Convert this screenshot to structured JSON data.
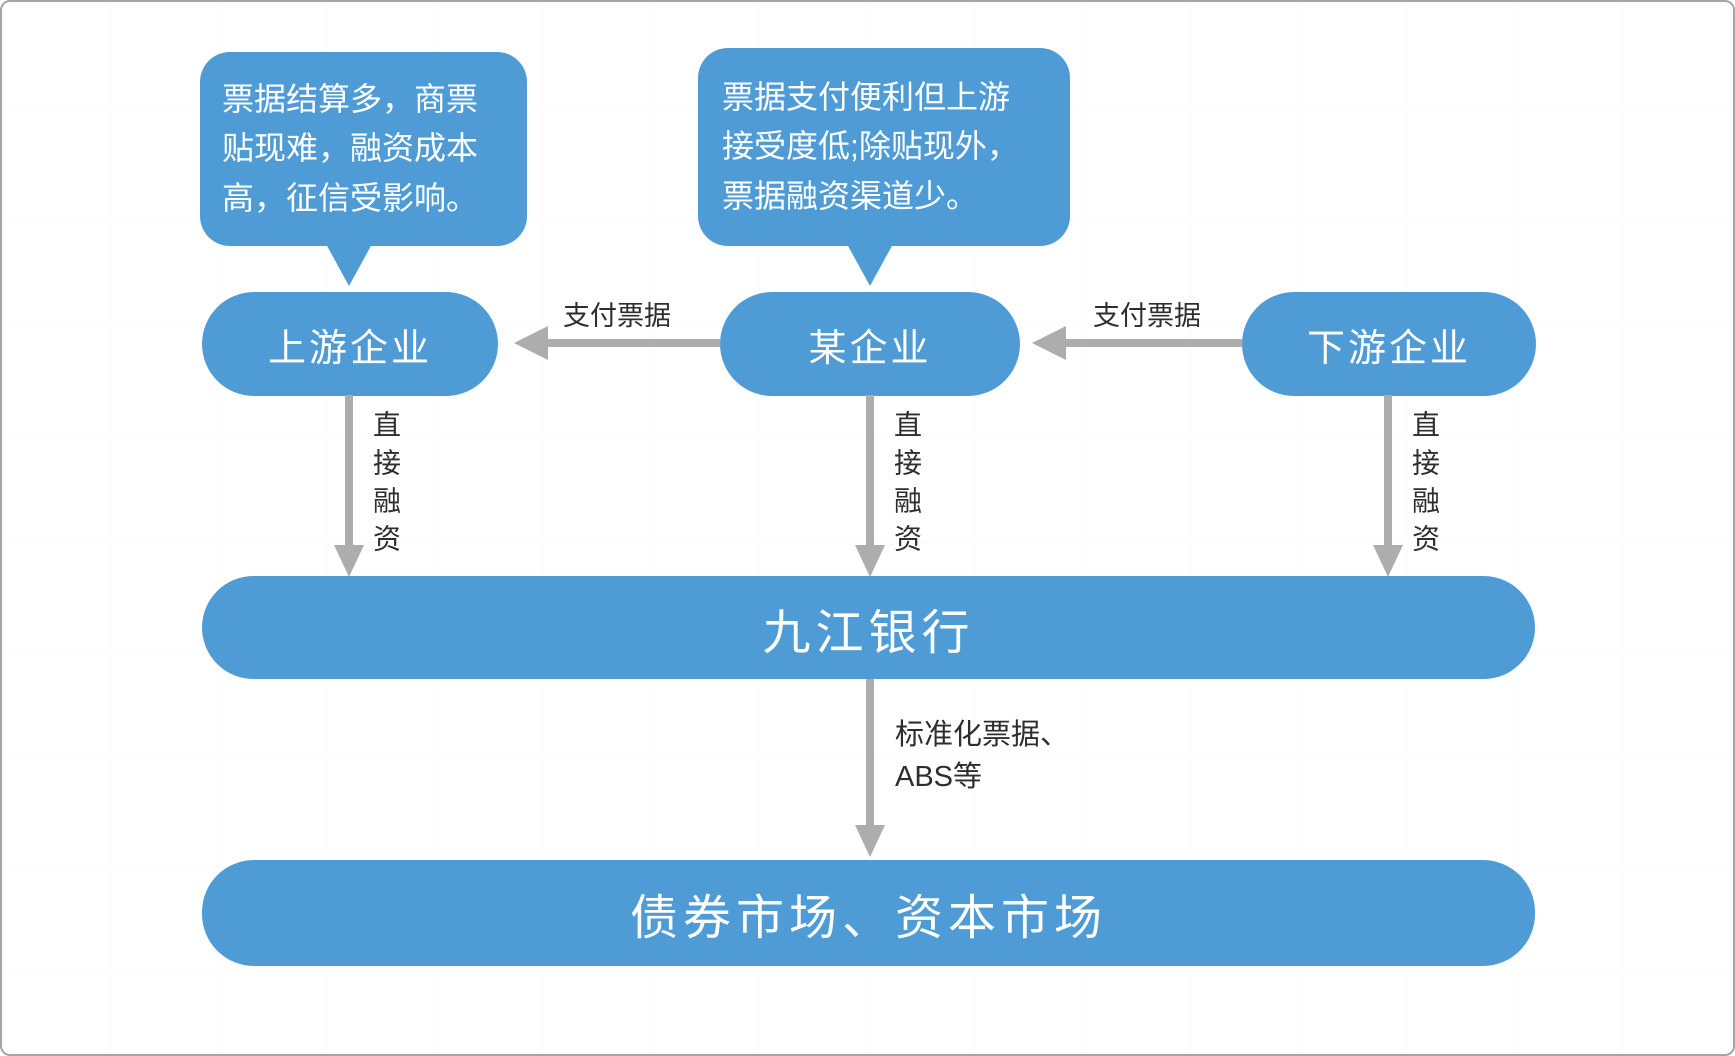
{
  "colors": {
    "node": "#4E9BD5",
    "arrow": "#ADADAD",
    "label": "#2E2E2E",
    "text_on_node": "#FFFFFF"
  },
  "callouts": {
    "upstream": {
      "lines": [
        "票据结算多，商票",
        "贴现难，融资成本",
        "高，征信受影响。"
      ]
    },
    "company": {
      "lines": [
        "票据支付便利但上游",
        "接受度低;除贴现外，",
        "票据融资渠道少。"
      ]
    }
  },
  "nodes": {
    "upstream": "上游企业",
    "company": "某企业",
    "downstream": "下游企业",
    "bank": "九江银行",
    "market": "债券市场、资本市场"
  },
  "edges": {
    "company_to_upstream": "支付票据",
    "downstream_to_company": "支付票据",
    "upstream_to_bank": "直接融资",
    "company_to_bank": "直接融资",
    "downstream_to_bank": "直接融资",
    "bank_to_market": {
      "lines": [
        "标准化票据、",
        "ABS等"
      ]
    }
  }
}
